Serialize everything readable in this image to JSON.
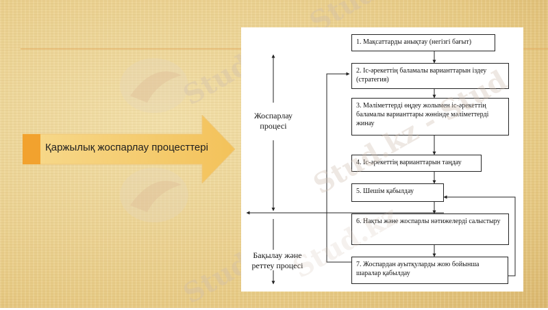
{
  "slide": {
    "callout_label": "Қаржылық жоспарлау процесттері"
  },
  "diagram": {
    "boxes": [
      "1. Мақсаттарды анықтау (негізгі бағыт)",
      "2. Іс-әрекеттің баламалы варианттарын іздеу (стратегия)",
      "3. Мәліметтерді өңдеу жолымен іс-әрекеттің баламалы варианттары жөнінде мәліметтерді жинау",
      "4. Іс-әрекеттің варианттарын таңдау",
      "5. Шешім қабылдау",
      "6. Нақты және жоспарлы нәтижелерді салыстыру",
      "7. Жоспардан ауытқуларды жою бойынша шаралар қабылдау"
    ],
    "planning_label": "Жоспарлау процесі",
    "control_label": "Бақылау және реттеу процесі"
  },
  "watermark": {
    "text": "Stud.kz - Stud.kz"
  }
}
